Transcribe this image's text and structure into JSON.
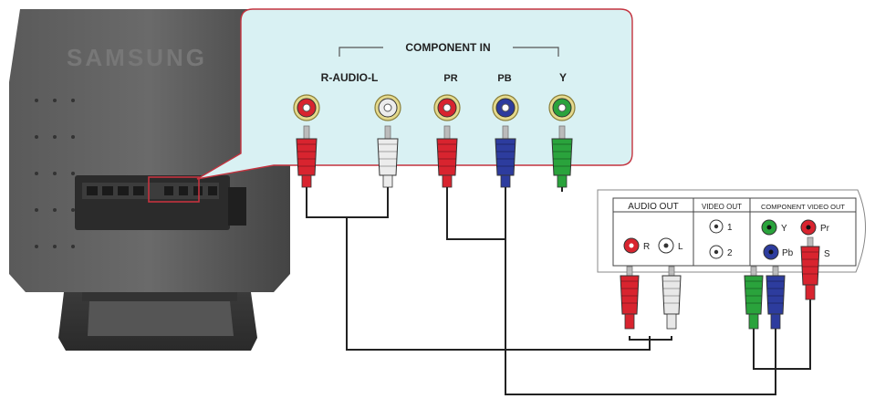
{
  "monitor": {
    "brand_logo": "SAMSUNG"
  },
  "callout": {
    "group_label": "COMPONENT IN",
    "jacks": [
      {
        "id": "audio-r",
        "label": "R-AUDIO-L",
        "color": "#d8242f"
      },
      {
        "id": "audio-l",
        "label": "",
        "color": "#ececec"
      },
      {
        "id": "pr",
        "label": "PR",
        "color": "#d8242f"
      },
      {
        "id": "pb",
        "label": "PB",
        "color": "#2d3c9e"
      },
      {
        "id": "y",
        "label": "Y",
        "color": "#2aa33c"
      }
    ]
  },
  "device_panel": {
    "audio_out": {
      "header": "AUDIO OUT",
      "r_label": "R",
      "l_label": "L"
    },
    "video_out": {
      "header": "VIDEO OUT",
      "port1": "1",
      "port2": "2"
    },
    "component_video_out": {
      "header": "COMPONENT VIDEO OUT",
      "y": "Y",
      "pb": "Pb",
      "pr": "Pr",
      "s": "S"
    }
  },
  "colors": {
    "callout_bg": "#d9f1f3",
    "callout_border": "#c4333f",
    "red": "#d8242f",
    "white_plug": "#e8e8e8",
    "blue": "#2d3c9e",
    "green": "#2aa33c",
    "monitor_body": "#4a4a4a",
    "cable": "#222222"
  }
}
